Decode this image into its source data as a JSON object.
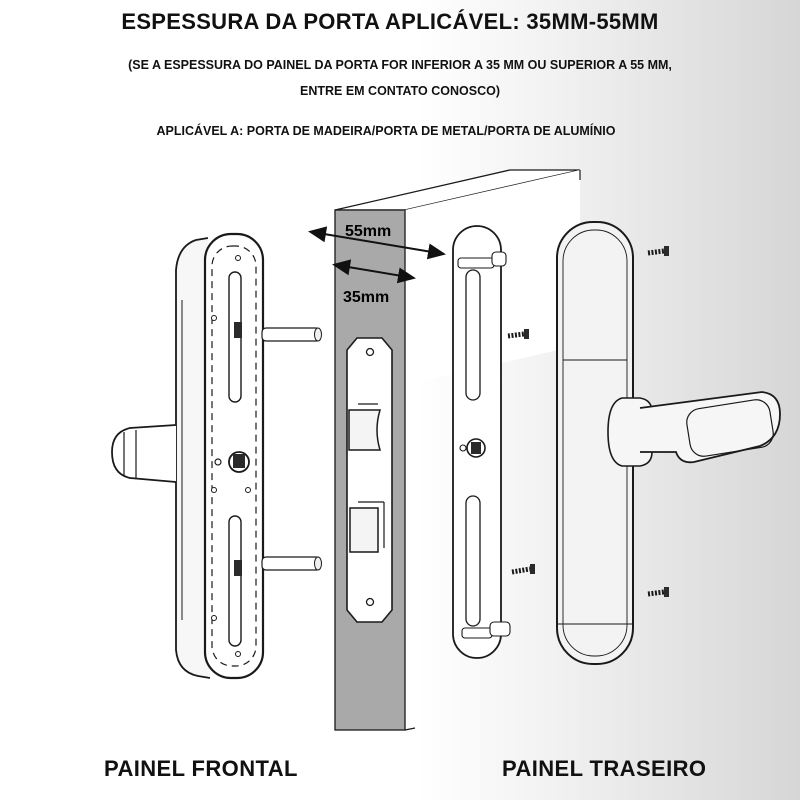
{
  "header": {
    "title": "ESPESSURA DA PORTA APLICÁVEL: 35MM-55MM",
    "note_line1": "(SE A ESPESSURA DO PAINEL DA PORTA FOR INFERIOR A 35 MM OU SUPERIOR A 55 MM,",
    "note_line2": "ENTRE EM CONTATO CONOSCO)",
    "applicable": "APLICÁVEL A: PORTA DE MADEIRA/PORTA DE METAL/PORTA DE ALUMÍNIO"
  },
  "dimensions": {
    "max_label": "55mm",
    "min_label": "35mm"
  },
  "labels": {
    "front_panel": "PAINEL FRONTAL",
    "rear_panel": "PAINEL TRASEIRO"
  },
  "colors": {
    "door_edge": "#a9a9a9",
    "rear_panel_fill": "#f3f3f3",
    "line": "#1a1a1a"
  },
  "icons": {
    "screw": "screw-icon",
    "pin": "pin-icon",
    "arrow": "double-arrow-icon"
  }
}
